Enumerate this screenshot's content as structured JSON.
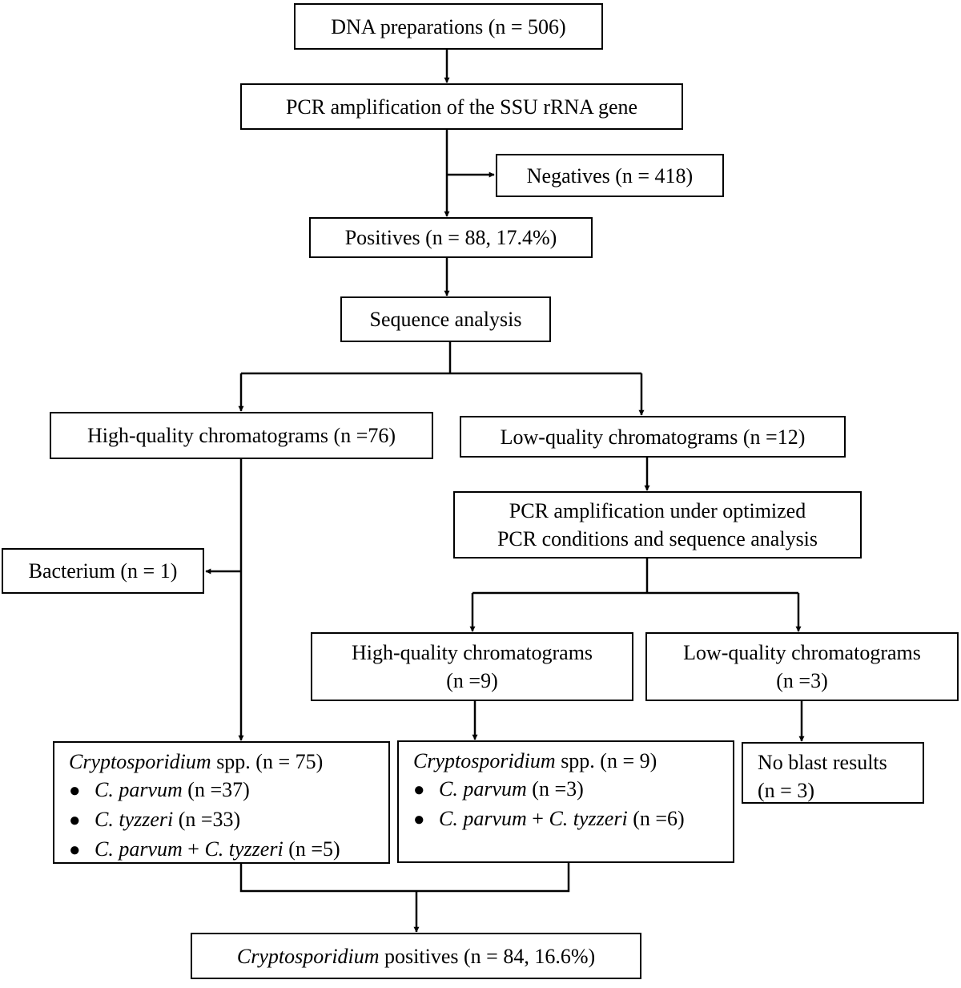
{
  "nodes": {
    "dna": "DNA preparations (n = 506)",
    "pcr": "PCR amplification of the SSU rRNA gene",
    "neg": "Negatives (n = 418)",
    "pos": "Positives (n = 88, 17.4%)",
    "seq": "Sequence analysis",
    "hq": "High-quality chromatograms (n =76)",
    "lq": "Low-quality chromatograms (n =12)",
    "opt_l1": "PCR amplification under optimized",
    "opt_l2": "PCR conditions and sequence analysis",
    "bact": "Bacterium (n = 1)",
    "hq2_l1": "High-quality chromatograms",
    "hq2_l2": "(n =9)",
    "lq2_l1": "Low-quality chromatograms",
    "lq2_l2": "(n =3)",
    "crypto75": {
      "genus": "Cryptosporidium",
      "rest": " spp. (n = 75)",
      "items": [
        {
          "sp": "C. parvum",
          "n": " (n =37)"
        },
        {
          "sp": "C. tyzzeri",
          "n": " (n =33)"
        },
        {
          "sp": "C. parvum",
          "plus": " + ",
          "sp2": "C. tyzzeri",
          "n": " (n =5)"
        }
      ]
    },
    "crypto9": {
      "genus": "Cryptosporidium",
      "rest": " spp. (n = 9)",
      "items": [
        {
          "sp": "C. parvum",
          "n": " (n =3)"
        },
        {
          "sp": "C. parvum",
          "plus": " + ",
          "sp2": "C. tyzzeri",
          "n": " (n =6)"
        }
      ]
    },
    "noblast_l1": "No blast results",
    "noblast_l2": "(n = 3)",
    "final": {
      "genus": "Cryptosporidium",
      "rest": " positives (n = 84, 16.6%)"
    }
  },
  "bullet_glyph": "●",
  "line_color": "#000000"
}
